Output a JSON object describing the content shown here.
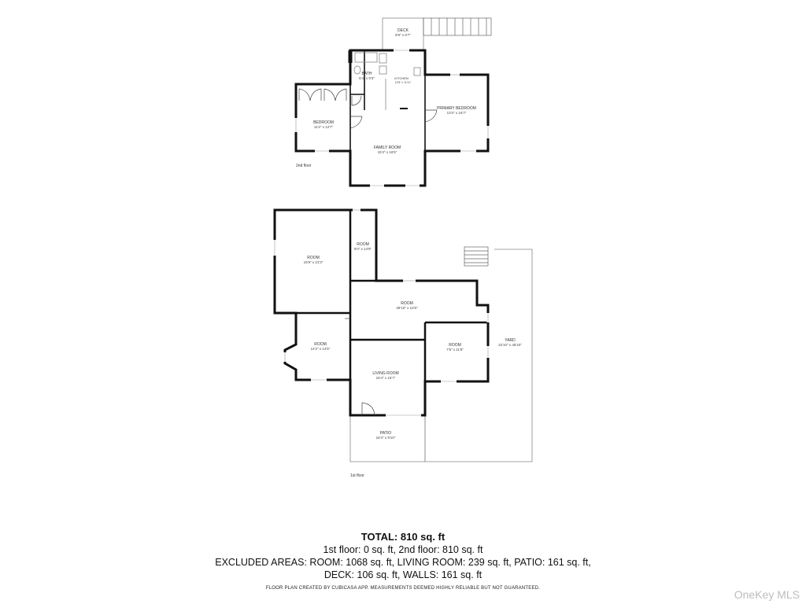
{
  "floors": {
    "second": {
      "label": "2nd floor",
      "rooms": [
        {
          "id": "deck",
          "name": "DECK",
          "dims": "8'9\" x 6'7\""
        },
        {
          "id": "bath",
          "name": "BATH",
          "dims": "5'4\" x 9'3\""
        },
        {
          "id": "kitchen",
          "name": "KITCHEN",
          "dims": "12'8\" x 11'11\""
        },
        {
          "id": "primary-bedroom",
          "name": "PRIMARY BEDROOM",
          "dims": "13'3\" x 15'7\""
        },
        {
          "id": "bedroom",
          "name": "BEDROOM",
          "dims": "11'2\" x 12'7\""
        },
        {
          "id": "family-room",
          "name": "FAMILY ROOM",
          "dims": "15'4\" x 16'5\""
        }
      ]
    },
    "first": {
      "label": "1st floor",
      "rooms": [
        {
          "id": "room-large",
          "name": "ROOM",
          "dims": "15'9\" x 21'3\""
        },
        {
          "id": "room-small",
          "name": "ROOM",
          "dims": "5'0\" x 14'9\""
        },
        {
          "id": "room-central",
          "name": "ROOM",
          "dims": "28'10\" x 12'6\""
        },
        {
          "id": "room-left",
          "name": "ROOM",
          "dims": "14'2\" x 14'5\""
        },
        {
          "id": "room-right",
          "name": "ROOM",
          "dims": "7'6\" x 11'8\""
        },
        {
          "id": "living-room",
          "name": "LIVING ROOM",
          "dims": "15'4\" x 15'7\""
        },
        {
          "id": "patio",
          "name": "PATIO",
          "dims": "16'4\" x 9'10\""
        },
        {
          "id": "yard",
          "name": "YARD",
          "dims": "22'10\" x 45'10\""
        }
      ]
    }
  },
  "summary": {
    "total": "TOTAL: 810 sq. ft",
    "floors_line": "1st floor: 0 sq. ft, 2nd floor: 810 sq. ft",
    "excluded_line": "EXCLUDED AREAS: ROOM: 1068 sq. ft, LIVING ROOM: 239 sq. ft, PATIO: 161 sq. ft,",
    "deck_line": "DECK: 106 sq. ft, WALLS: 161 sq. ft",
    "disclaimer": "FLOOR PLAN CREATED BY CUBICASA APP. MEASUREMENTS DEEMED HIGHLY RELIABLE BUT NOT GUARANTEED."
  },
  "watermark": "OneKey MLS"
}
